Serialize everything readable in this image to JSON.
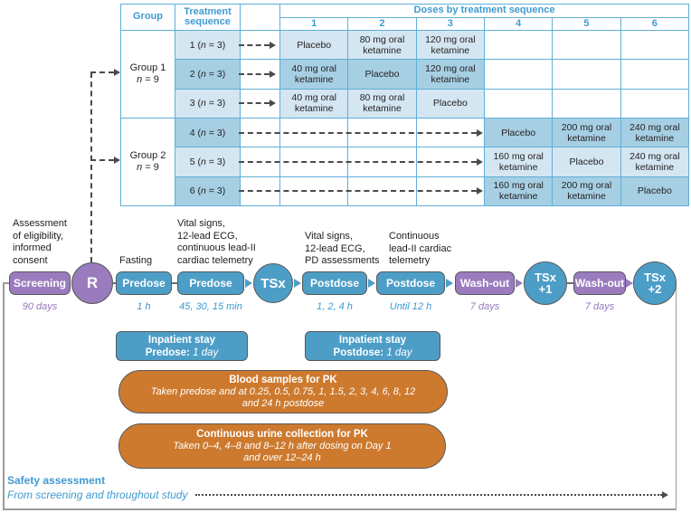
{
  "colors": {
    "purple": "#9a7cbe",
    "blue": "#4d9ec7",
    "orange": "#cd7a2f",
    "table_light": "#d3e6f2",
    "table_dark": "#a6cfe3",
    "table_border": "#5fafd8",
    "header_text": "#3f9ad0",
    "dash_gray": "#4a4a4b"
  },
  "table": {
    "header": {
      "group": "Group",
      "sequence": "Treatment sequence",
      "doses_title": "Doses by treatment sequence",
      "numbers": [
        "1",
        "2",
        "3",
        "4",
        "5",
        "6"
      ]
    },
    "groups": [
      {
        "name": "Group 1",
        "n_italic": "n",
        "n_rest": " = 9"
      },
      {
        "name": "Group 2",
        "n_italic": "n",
        "n_rest": " = 9"
      }
    ],
    "rows": [
      {
        "seq_pre": "1 (",
        "seq_n": "n",
        "seq_post": " = 3)",
        "doses": [
          "Placebo",
          "80 mg oral ketamine",
          "120 mg oral ketamine",
          "",
          "",
          ""
        ]
      },
      {
        "seq_pre": "2 (",
        "seq_n": "n",
        "seq_post": " = 3)",
        "doses": [
          "40 mg oral ketamine",
          "Placebo",
          "120 mg oral ketamine",
          "",
          "",
          ""
        ]
      },
      {
        "seq_pre": "3 (",
        "seq_n": "n",
        "seq_post": " = 3)",
        "doses": [
          "40 mg oral ketamine",
          "80 mg oral ketamine",
          "Placebo",
          "",
          "",
          ""
        ]
      },
      {
        "seq_pre": "4 (",
        "seq_n": "n",
        "seq_post": " = 3)",
        "doses": [
          "",
          "",
          "",
          "Placebo",
          "200 mg oral ketamine",
          "240 mg oral ketamine"
        ]
      },
      {
        "seq_pre": "5 (",
        "seq_n": "n",
        "seq_post": " = 3)",
        "doses": [
          "",
          "",
          "",
          "160 mg oral ketamine",
          "Placebo",
          "240 mg oral ketamine"
        ]
      },
      {
        "seq_pre": "6 (",
        "seq_n": "n",
        "seq_post": " = 3)",
        "doses": [
          "",
          "",
          "",
          "160 mg oral ketamine",
          "200 mg oral ketamine",
          "Placebo"
        ]
      }
    ]
  },
  "flow": {
    "screening": {
      "label": "Screening",
      "above": "Assessment\nof eligibility,\ninformed\nconsent",
      "below": "90 days"
    },
    "r": {
      "label": "R"
    },
    "predose1": {
      "label": "Predose",
      "above": "Fasting",
      "below": "1 h"
    },
    "predose2": {
      "label": "Predose",
      "above": "Vital signs,\n12-lead ECG,\ncontinuous lead-II\ncardiac telemetry",
      "below": "45, 30, 15 min"
    },
    "tsx": {
      "label": "TSx"
    },
    "postdose1": {
      "label": "Postdose",
      "above": "Vital signs,\n12-lead ECG,\nPD assessments",
      "below": "1, 2, 4 h"
    },
    "postdose2": {
      "label": "Postdose",
      "above": "Continuous\nlead-II cardiac\ntelemetry",
      "below": "Until 12 h"
    },
    "washout1": {
      "label": "Wash-out",
      "below": "7 days"
    },
    "tsx1": {
      "label": "TSx",
      "sub": "+1"
    },
    "washout2": {
      "label": "Wash-out",
      "below": "7 days"
    },
    "tsx2": {
      "label": "TSx",
      "sub": "+2"
    }
  },
  "bottom": {
    "inpatient1": {
      "line1": "Inpatient stay",
      "label": "Predose:",
      "value": "1 day"
    },
    "inpatient2": {
      "line1": "Inpatient stay",
      "label": "Postdose:",
      "value": "1 day"
    },
    "blood": {
      "title": "Blood samples for PK",
      "body": "Taken predose and at 0.25, 0.5, 0.75, 1, 1.5, 2, 3, 4, 6, 8, 12\nand 24 h postdose"
    },
    "urine": {
      "title": "Continuous urine collection for PK",
      "body": "Taken 0–4, 4–8 and 8–12 h after dosing on Day 1\nand over 12–24 h"
    },
    "safety": {
      "title": "Safety assessment",
      "subtitle": "From screening and throughout study"
    }
  }
}
